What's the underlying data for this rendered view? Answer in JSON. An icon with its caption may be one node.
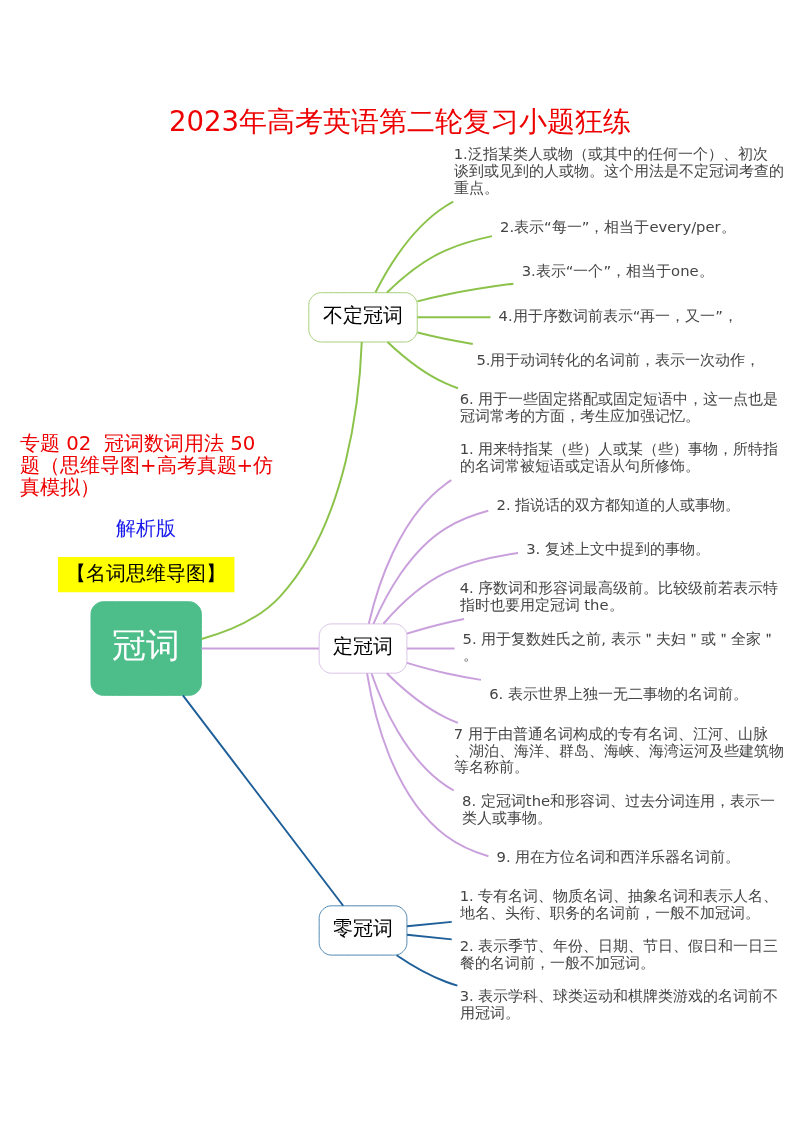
{
  "diagram": {
    "title": "2023年高考英语第二轮复习小题狂练",
    "nodes": [
      {
        "text": [
          "冠词"
        ]
      },
      {
        "text": [
          "不定冠词"
        ]
      },
      {
        "text": [
          "1.泛指某类人或物（或其中的任何一个）、初次谈到或见到的人或物。这个用法是不定冠词考查的重点。"
        ]
      },
      {
        "text": [
          "2.表示“每一”，相当于every/per。"
        ]
      },
      {
        "text": [
          "3.表示“一个”，相当于one。"
        ]
      },
      {
        "text": [
          "4.用于序数词前表示“再一，又一”，"
        ]
      },
      {
        "text": [
          "5.用于动词转化的名词前，表示一次动作，"
        ]
      },
      {
        "text": [
          "6. 用于一些固定搭配或固定短语中，这一点也是冠词常考的方面，考生应加强记忆。"
        ]
      },
      {
        "text": [
          "定冠词"
        ]
      },
      {
        "text": [
          "1. 用来特指某（些）人或某（些）事物，所特指的名词常被短语或定语从句所修饰。"
        ]
      },
      {
        "text": [
          "2. 指说话的双方都知道的人或事物。"
        ]
      },
      {
        "text": [
          "3. 复述上文中提到的事物。"
        ]
      },
      {
        "text": [
          "4. 序数词和形容词最高级前。比较级前若表示特指时也要用定冠词 the。"
        ]
      },
      {
        "text": [
          "5. 用于复数姓氏之前, 表示＂夫妇＂或＂全家＂。"
        ]
      },
      {
        "text": [
          "6. 表示世界上独一无二事物的名词前。"
        ]
      },
      {
        "text": [
          "7 用于由普通名词构成的专有名词、江河、山脉、湖泊、海洋、群岛、海峡、海湾运河及些建筑物等名称前。"
        ]
      },
      {
        "text": [
          "8. 定冠词the和形容词、过去分词连用，表示一类人或事物。"
        ]
      },
      {
        "text": [
          "9. 用在方位名词和西洋乐器名词前。"
        ]
      },
      {
        "text": [
          "零冠词"
        ]
      },
      {
        "text": [
          "1. 专有名词、物质名词、抽象名词和表示人名、地名、头衔、职务的名词前，一般不加冠词。"
        ]
      },
      {
        "text": [
          "2. 表示季节、年份、日期、节日、假日和一日三餐的名词前，一般不加冠词。"
        ]
      },
      {
        "text": [
          "3. 表示学科、球类运动和棋牌类游戏的名词前不用冠词。"
        ]
      }
    ],
    "edges": [
      {
        "from": 0,
        "to": 1,
        "arrow": "none",
        "color": "#8bc34a"
      },
      {
        "from": 1,
        "to": 2,
        "arrow": "none",
        "color": "#8bc34a"
      },
      {
        "from": 1,
        "to": 3,
        "arrow": "none",
        "color": "#8bc34a"
      },
      {
        "from": 1,
        "to": 4,
        "arrow": "none",
        "color": "#8bc34a"
      },
      {
        "from": 1,
        "to": 5,
        "arrow": "none",
        "color": "#8bc34a"
      },
      {
        "from": 1,
        "to": 6,
        "arrow": "none",
        "color": "#8bc34a"
      },
      {
        "from": 1,
        "to": 7,
        "arrow": "none",
        "color": "#8bc34a"
      },
      {
        "from": 0,
        "to": 8,
        "arrow": "none"
      },
      {
        "from": 8,
        "to": 9,
        "arrow": "none"
      },
      {
        "from": 8,
        "to": 10,
        "arrow": "none"
      },
      {
        "from": 8,
        "to": 11,
        "arrow": "none"
      },
      {
        "from": 8,
        "to": 12,
        "arrow": "none"
      },
      {
        "from": 8,
        "to": 13,
        "arrow": "none"
      },
      {
        "from": 8,
        "to": 14,
        "arrow": "none"
      },
      {
        "from": 8,
        "to": 15,
        "arrow": "none"
      },
      {
        "from": 8,
        "to": 16,
        "arrow": "none"
      },
      {
        "from": 8,
        "to": 17,
        "arrow": "none"
      },
      {
        "from": 0,
        "to": 18,
        "arrow": "none",
        "color": "#1f5f99"
      },
      {
        "from": 18,
        "to": 19,
        "arrow": "none",
        "color": "#1f5f99"
      },
      {
        "from": 18,
        "to": 20,
        "arrow": "none",
        "color": "#1f5f99"
      },
      {
        "from": 18,
        "to": 21,
        "arrow": "none",
        "color": "#1f5f99"
      }
    ],
    "labels": [
      "专题 02  冠词数词用法 50 题（思维导图+高考真题+仿真模拟）",
      "解析版",
      "【名词思维导图】"
    ]
  }
}
